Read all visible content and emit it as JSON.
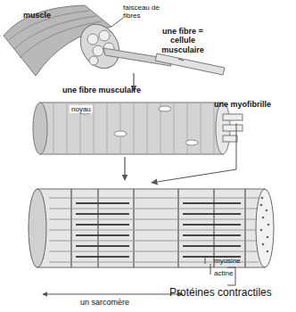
{
  "diagram": {
    "labels": [
      "muscle",
      "faisceau de fibres",
      "une fibre = cellule musculaire",
      "une fibre musculaire",
      "noyau",
      "une myofibrille",
      "myosine",
      "actine",
      "Protéines contractiles",
      "un sarcomère"
    ]
  }
}
